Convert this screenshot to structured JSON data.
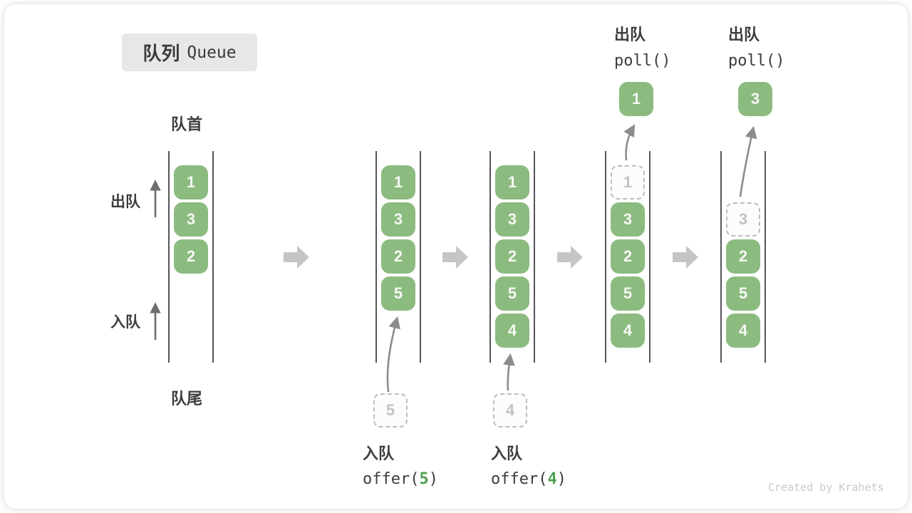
{
  "title": {
    "zh": "队列",
    "en": "Queue"
  },
  "front_label": "队首",
  "rear_label": "队尾",
  "side": {
    "dequeue": "出队",
    "enqueue": "入队"
  },
  "columns": [
    {
      "slots": [
        {
          "v": "1",
          "t": "solid"
        },
        {
          "v": "3",
          "t": "solid"
        },
        {
          "v": "2",
          "t": "solid"
        }
      ]
    },
    {
      "slots": [
        {
          "v": "1",
          "t": "solid"
        },
        {
          "v": "3",
          "t": "solid"
        },
        {
          "v": "2",
          "t": "solid"
        },
        {
          "v": "5",
          "t": "solid"
        }
      ],
      "incoming": "5"
    },
    {
      "slots": [
        {
          "v": "1",
          "t": "solid"
        },
        {
          "v": "3",
          "t": "solid"
        },
        {
          "v": "2",
          "t": "solid"
        },
        {
          "v": "5",
          "t": "solid"
        },
        {
          "v": "4",
          "t": "solid"
        }
      ],
      "incoming": "4"
    },
    {
      "slots": [
        {
          "v": "1",
          "t": "ghost"
        },
        {
          "v": "3",
          "t": "solid"
        },
        {
          "v": "2",
          "t": "solid"
        },
        {
          "v": "5",
          "t": "solid"
        },
        {
          "v": "4",
          "t": "solid"
        }
      ],
      "outgoing": "1"
    },
    {
      "slots": [
        {
          "v": "",
          "t": "empty"
        },
        {
          "v": "3",
          "t": "ghost"
        },
        {
          "v": "2",
          "t": "solid"
        },
        {
          "v": "5",
          "t": "solid"
        },
        {
          "v": "4",
          "t": "solid"
        }
      ],
      "outgoing": "3"
    }
  ],
  "enqueue_ops": [
    {
      "label": "入队",
      "fn": "offer(",
      "arg": "5",
      "close": ")"
    },
    {
      "label": "入队",
      "fn": "offer(",
      "arg": "4",
      "close": ")"
    }
  ],
  "dequeue_ops": [
    {
      "label": "出队",
      "code": "poll()",
      "value": "1"
    },
    {
      "label": "出队",
      "code": "poll()",
      "value": "3"
    }
  ],
  "watermark": "Created by Krahets",
  "colors": {
    "box_green": "#8CBB80",
    "accent_green": "#4E9F50",
    "ghost_border": "#BDBDBD",
    "curve_arrow": "#8C8C8C",
    "block_arrow": "#C5C5C5",
    "line_gray": "#55555a"
  }
}
